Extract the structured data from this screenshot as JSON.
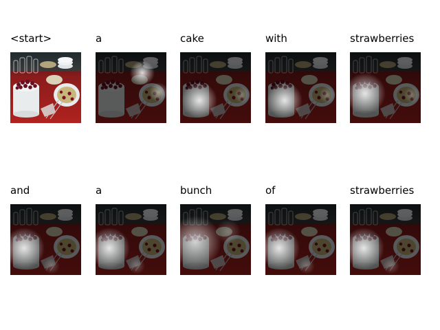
{
  "caption_steps": [
    {
      "word": "<start>",
      "attention": "none"
    },
    {
      "word": "a",
      "attention": "plate-right-top"
    },
    {
      "word": "cake",
      "attention": "cake-front"
    },
    {
      "word": "with",
      "attention": "cake-front"
    },
    {
      "word": "strawberries",
      "attention": "cake-top"
    },
    {
      "word": "and",
      "attention": "cake-left"
    },
    {
      "word": "a",
      "attention": "cake-left"
    },
    {
      "word": "bunch",
      "attention": "cake-left-diffuse"
    },
    {
      "word": "of",
      "attention": "cake-left"
    },
    {
      "word": "strawberries",
      "attention": "cake-left"
    }
  ]
}
